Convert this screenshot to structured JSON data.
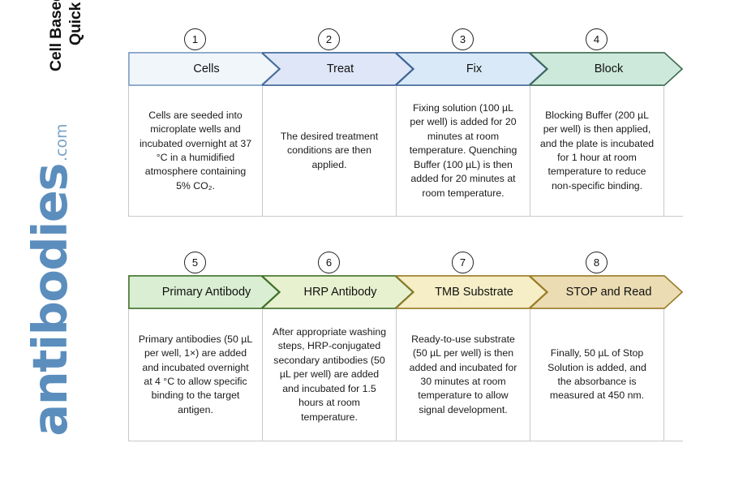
{
  "document": {
    "title_line_1": "Cell Based ELISA Kits",
    "title_line_2": "Quick Protocol"
  },
  "logo": {
    "word": "antibodies",
    "tld": ".com",
    "color": "#5b8ebd"
  },
  "flow": {
    "rows": [
      {
        "steps": [
          {
            "number": "1",
            "label": "Cells",
            "fill": "#f1f6fb",
            "stroke": "#7a9cc0",
            "description": "Cells are seeded into microplate wells and incubated overnight at 37 °C in a humidified atmosphere containing 5% CO₂."
          },
          {
            "number": "2",
            "label": "Treat",
            "fill": "#dee6f7",
            "stroke": "#3f6596",
            "description": "The desired treatment conditions are then applied."
          },
          {
            "number": "3",
            "label": "Fix",
            "fill": "#d9e9f7",
            "stroke": "#3f6596",
            "description": "Fixing solution (100 µL per well) is added for 20 minutes at room temperature. Quenching Buffer (100 µL) is then added for 20 minutes at room temperature."
          },
          {
            "number": "4",
            "label": "Block",
            "fill": "#cde9dc",
            "stroke": "#3c6b4f",
            "description": "Blocking Buffer (200 µL per well) is then applied, and the plate is incubated for 1 hour at room temperature to reduce non-specific binding."
          }
        ]
      },
      {
        "steps": [
          {
            "number": "5",
            "label": "Primary Antibody",
            "fill": "#d9eed2",
            "stroke": "#41702b",
            "description": "Primary antibodies (50 µL per well, 1×) are added and incubated overnight at 4 °C to allow specific binding to the target antigen."
          },
          {
            "number": "6",
            "label": "HRP Antibody",
            "fill": "#e8f1cf",
            "stroke": "#41702b",
            "description": "After appropriate washing steps, HRP-conjugated secondary antibodies (50 µL per well) are added and incubated for 1.5 hours at room temperature."
          },
          {
            "number": "7",
            "label": "TMB Substrate",
            "fill": "#f6eec6",
            "stroke": "#9a7b26",
            "description": "Ready-to-use substrate (50 µL per well) is then added and incubated for 30 minutes at room temperature to allow signal development."
          },
          {
            "number": "8",
            "label": "STOP and Read",
            "fill": "#ebdcb3",
            "stroke": "#9a7b26",
            "description": "Finally, 50 µL of Stop Solution is added, and the absorbance is measured at 450 nm."
          }
        ]
      }
    ]
  }
}
